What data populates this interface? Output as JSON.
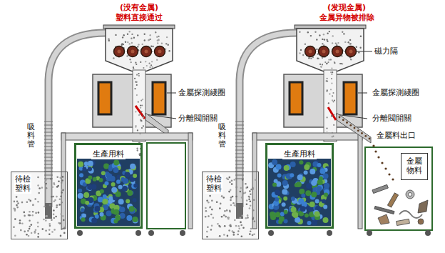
{
  "diagram": {
    "nodes": [
      {
        "text": [
          "待檢塑料"
        ]
      },
      {
        "text": [
          "生產用料"
        ]
      },
      {
        "text": [
          "待檢塑料"
        ]
      },
      {
        "text": [
          "生產用料"
        ]
      },
      {
        "text": [
          "金屬物料"
        ]
      }
    ],
    "labels": [
      "(没有金属)",
      "塑料直接通过",
      "金屬探測綫圈",
      "分離閥開關",
      "吸料管",
      "(发现金属)",
      "金属异物被排除",
      "磁力隔",
      "金屬探測綫圈",
      "分離閥開關",
      "金屬料出口",
      "吸料管"
    ]
  }
}
